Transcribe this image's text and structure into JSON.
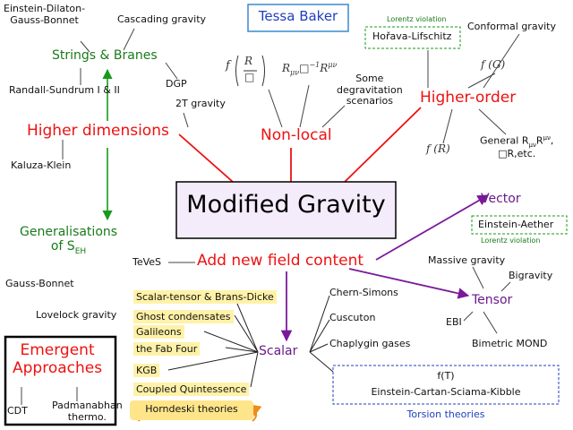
{
  "title": "Modified Gravity",
  "author": "Tessa Baker",
  "strings_branes": {
    "label": "Strings & Branes",
    "items": [
      "Einstein-Dilaton-",
      "Gauss-Bonnet",
      "Cascading gravity",
      "DGP",
      "Randall-Sundrum I & II",
      "2T gravity"
    ]
  },
  "higher_dimensions": {
    "label": "Higher dimensions",
    "items": [
      "Kaluza-Klein"
    ]
  },
  "generalisations": {
    "label_line1": "Generalisations",
    "label_line2": "of S",
    "label_sub": "EH",
    "items": [
      "Gauss-Bonnet",
      "Lovelock gravity"
    ]
  },
  "emergent": {
    "label_line1": "Emergent",
    "label_line2": "Approaches",
    "items": [
      "CDT",
      "Padmanabhan",
      "thermo."
    ]
  },
  "non_local": {
    "label": "Non-local",
    "formula_f": "f",
    "formula_R": "R",
    "formula_box": "□",
    "formula_2": "R",
    "formula_2_sub": "μν",
    "formula_2_mid": "□",
    "formula_2_sup": "−1",
    "formula_2_end": "R",
    "formula_2_end_sup": "μν",
    "degrav": [
      "Some",
      "degravitation",
      "scenarios"
    ]
  },
  "higher_order": {
    "label": "Higher-order",
    "lorentz_violation": "Lorentz violation",
    "horava": "Hořava-Lifschitz",
    "conformal": "Conformal gravity",
    "fG": "f (G)",
    "fR": "f (R)",
    "general_line1": "General R",
    "general_sub": "μν",
    "general_mid": "R",
    "general_sup": "μν",
    "general_end": ",",
    "general_line2": "□R,etc."
  },
  "new_field": {
    "label": "Add new field content",
    "teves": "TeVeS"
  },
  "vector": {
    "label": "Vector",
    "einstein_aether": "Einstein-Aether",
    "lorentz_violation": "Lorentz violation"
  },
  "tensor": {
    "label": "Tensor",
    "items": [
      "Massive gravity",
      "Bigravity",
      "EBI",
      "Bimetric MOND"
    ]
  },
  "scalar": {
    "label": "Scalar",
    "boxed": [
      "Scalar-tensor & Brans-Dicke",
      "Ghost condensates",
      "Galileons",
      "the Fab Four",
      "KGB",
      "Coupled Quintessence"
    ],
    "horndeski": "Horndeski theories",
    "others": [
      "Chern-Simons",
      "Cuscuton",
      "Chaplygin gases"
    ]
  },
  "torsion": {
    "label": "Torsion theories",
    "items": [
      "f(T)",
      "Einstein-Cartan-Sciama-Kibble"
    ]
  },
  "colors": {
    "red": "#ee1111",
    "green": "#1a7a1a",
    "purple": "#6a1a8a",
    "blue": "#1f3fbf",
    "scalar_highlight": "#fff2a8",
    "horndeski_bg": "#ffe58a",
    "horndeski_arrows": "#f08c1a",
    "title_box_bg": "#f4ecfa"
  }
}
